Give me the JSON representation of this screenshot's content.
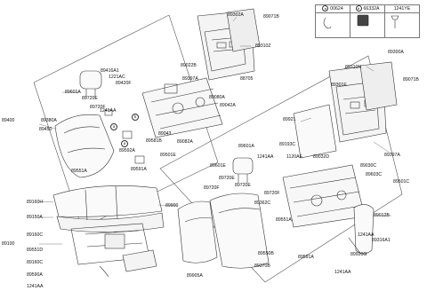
{
  "legend": {
    "a_tag": "a",
    "a_code": "00624",
    "b_tag": "b",
    "b_code": "66332A",
    "c_code": "1241YE"
  },
  "callouts": {
    "a": "a",
    "b": "b"
  },
  "labels": {
    "p89302A": "89302A",
    "p89071B_top": "89071B",
    "p89310Z": "89310Z",
    "p89300A": "89300A",
    "p89310N": "89310N",
    "p89071B_right": "89071B",
    "p89601A_left": "89601A",
    "p89416A1": "89416A1",
    "p1221AC": "1221AC",
    "p89420F": "89420F",
    "p89720E_left": "89720E",
    "p89720F_left": "89720F",
    "p1241AA_left": "1241AA",
    "p89022B": "89022B",
    "p89397A_left": "89397A",
    "p88705": "88705",
    "p89301E": "89301E",
    "p89400": "89400",
    "p89380A": "89380A",
    "p89450": "89450",
    "p89080A": "89080A",
    "p89042A": "89042A",
    "p89043": "89043",
    "p89581B": "89581B",
    "p89082A": "89082A",
    "p89592A": "89592A",
    "p89501E": "89501E",
    "p89591A": "89591A",
    "p89551A_left": "89551A",
    "p89921": "89921",
    "p89601A_right": "89601A",
    "p89193C": "89193C",
    "p89601E": "89601E",
    "p1241AA_mid": "1241AA",
    "p1120AE": "1120AE",
    "p89032D": "89032D",
    "p89397A_right": "89397A",
    "p89030C": "89030C",
    "p89603C": "89603C",
    "p89501C": "89501C",
    "p89720E_mid": "89720E",
    "p89720E_mid2": "89720E",
    "p89720F_mid": "89720F",
    "p89720F_mid2": "89720F",
    "p89362C": "89362C",
    "p89900": "89900",
    "p89551A_mid": "89551A",
    "p89550B": "89550B",
    "p89370B": "89370B",
    "p89591A_bottom": "89591A",
    "p89012B": "89012B",
    "p1241AA_right": "1241AA",
    "p89316A1": "89316A1",
    "p89920G": "89920G",
    "p1241AA_bottom_right": "1241AA",
    "p89905A": "89905A",
    "p89160H": "89160H",
    "p89150A": "89150A",
    "p89160C_top": "89160C",
    "p89100": "89100",
    "p89551D": "89551D",
    "p89160C_bottom": "89160C",
    "p89590A": "89590A",
    "p1241AA_bottom_left": "1241AA"
  }
}
